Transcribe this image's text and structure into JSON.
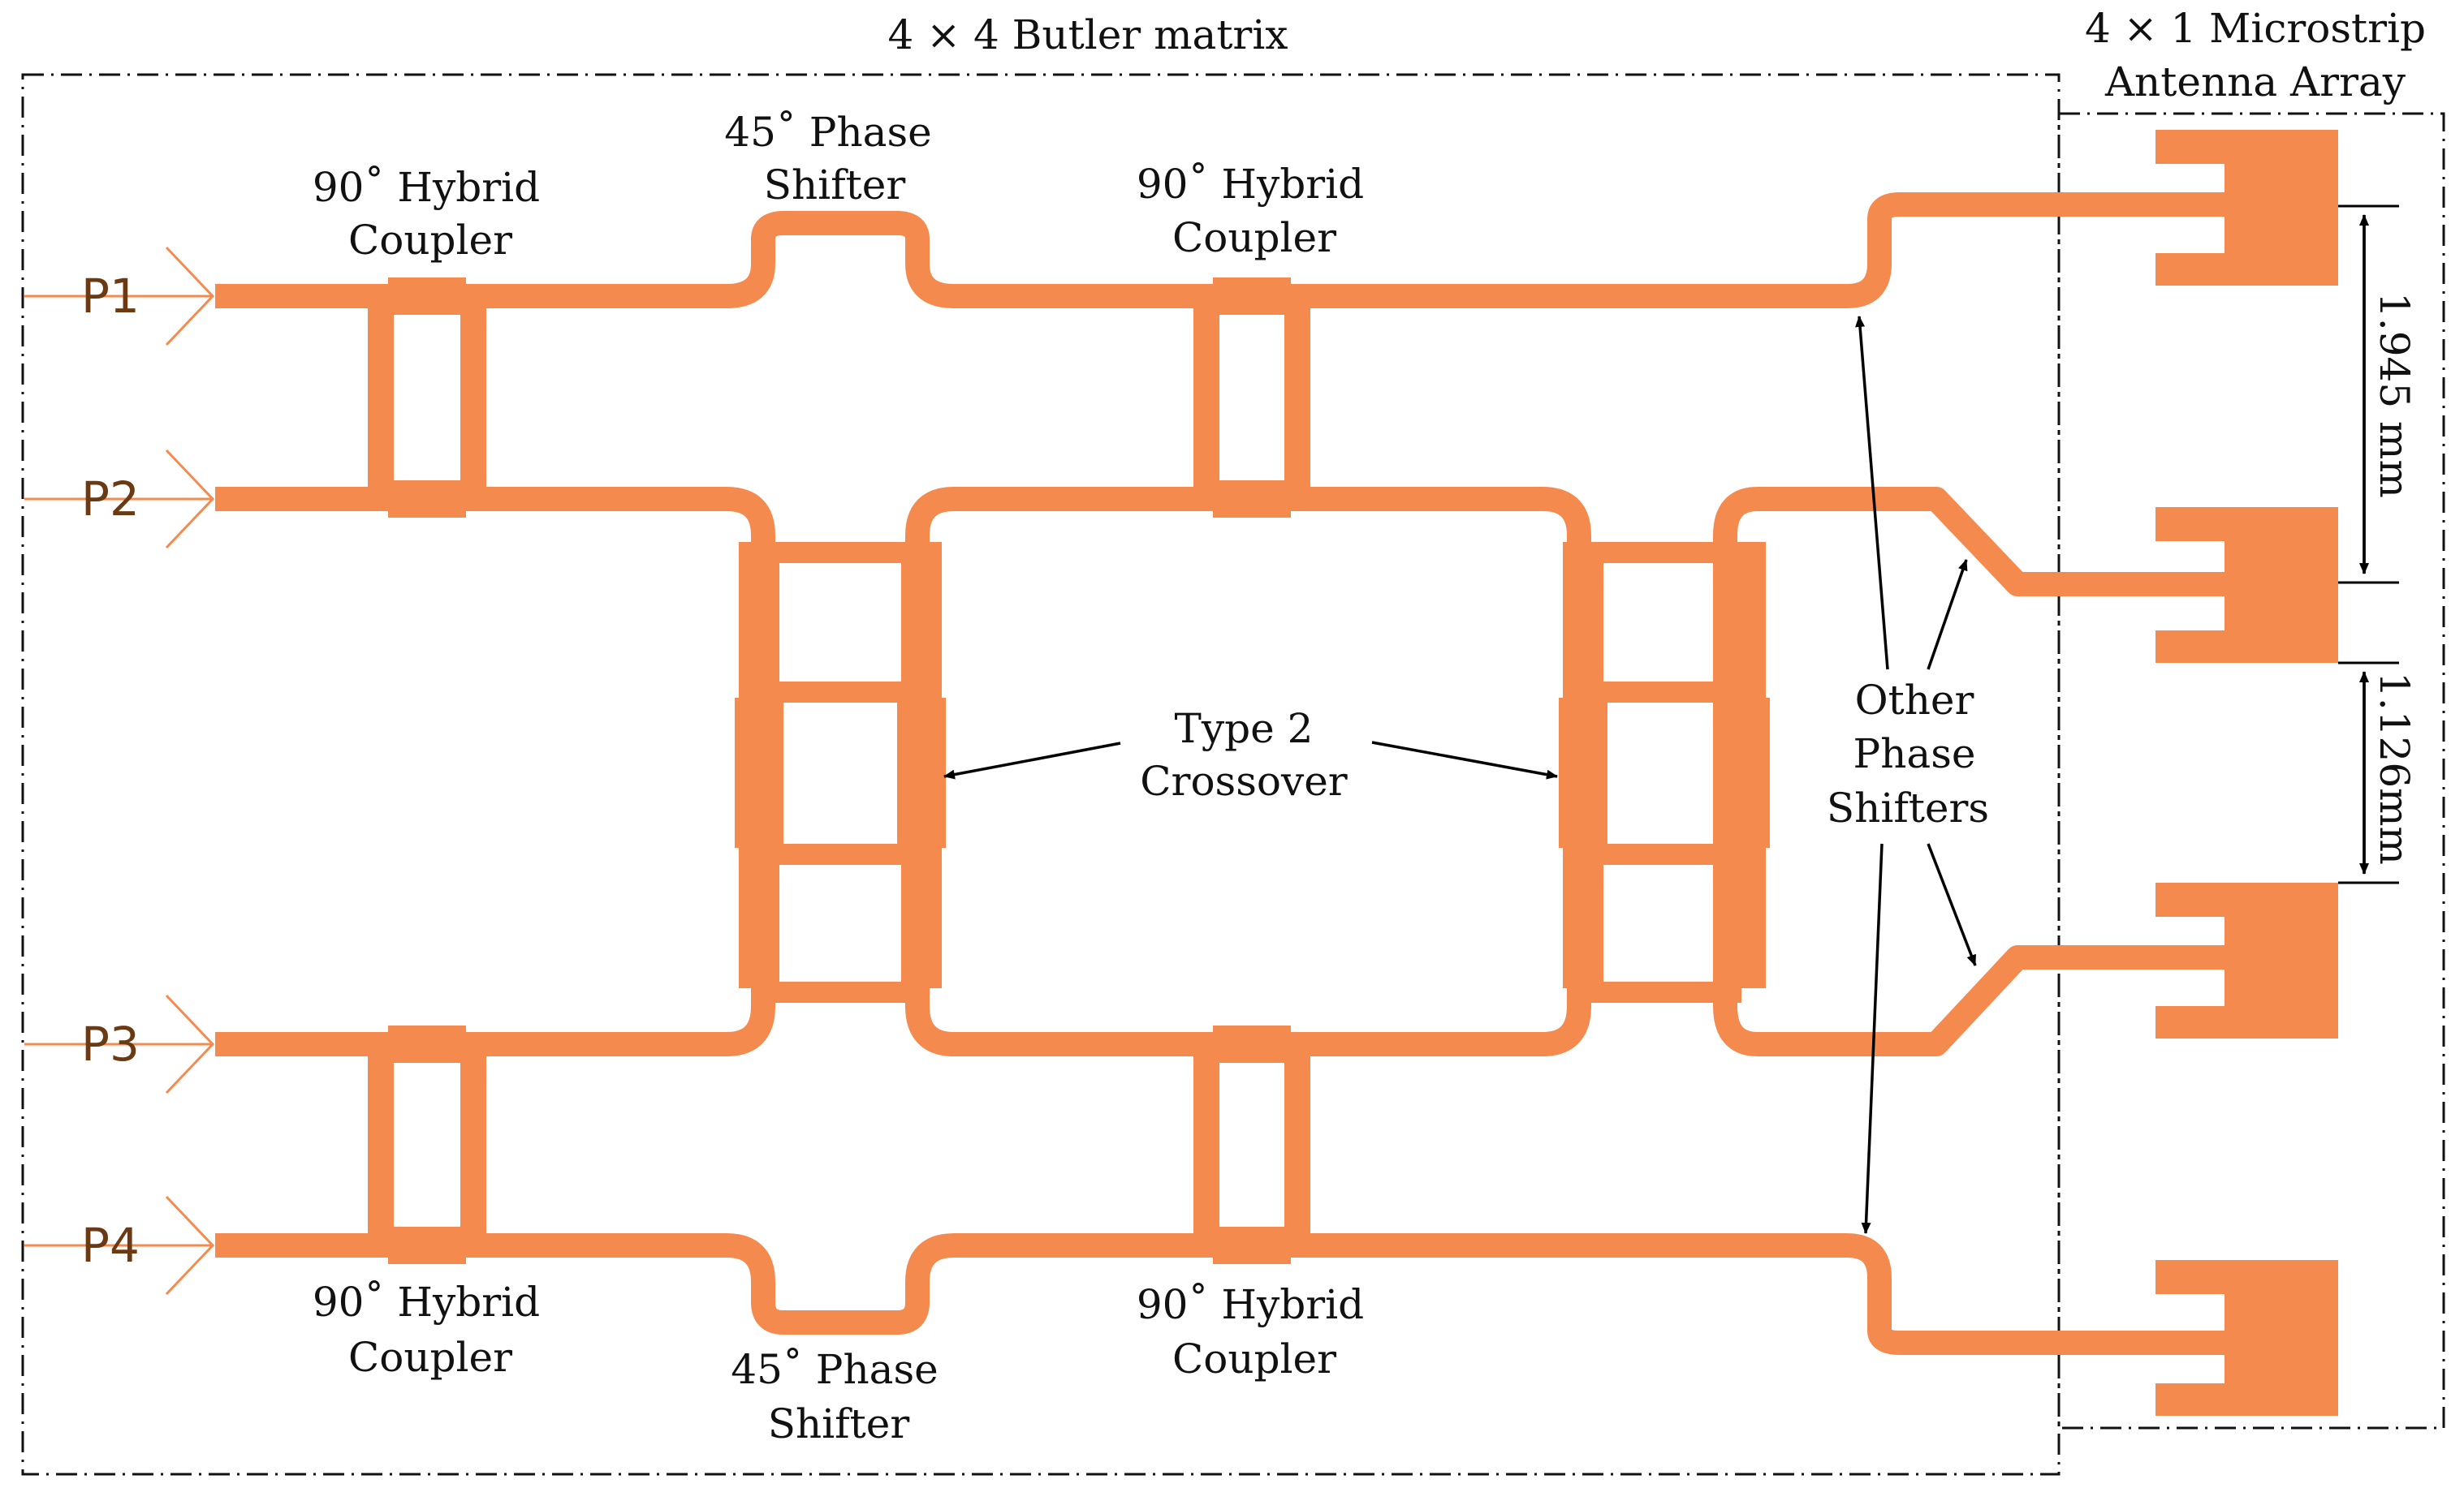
{
  "colors": {
    "metal": "#f58a4f",
    "port_text": "#6b3a12",
    "ink": "#111111"
  },
  "labels": {
    "butler_title": "4 × 4 Butler matrix",
    "antenna_title_line1": "4 × 1 Microstrip",
    "antenna_title_line2": "Antenna Array",
    "hybrid_top_left": [
      "90˚ Hybrid",
      "Coupler"
    ],
    "hybrid_top_mid": [
      "90˚ Hybrid",
      "Coupler"
    ],
    "hybrid_bottom_left": [
      "90˚ Hybrid",
      "Coupler"
    ],
    "hybrid_bottom_mid": [
      "90˚ Hybrid",
      "Coupler"
    ],
    "phase_shifter_top": [
      "45˚ Phase",
      "Shifter"
    ],
    "phase_shifter_bottom": [
      "45˚ Phase",
      "Shifter"
    ],
    "crossover": [
      "Type 2",
      "Crossover"
    ],
    "other_phase_shifters": [
      "Other",
      "Phase",
      "Shifters"
    ],
    "dimension_1": "1.945 mm",
    "dimension_2": "1.126mm"
  },
  "ports": [
    "P1",
    "P2",
    "P3",
    "P4"
  ]
}
